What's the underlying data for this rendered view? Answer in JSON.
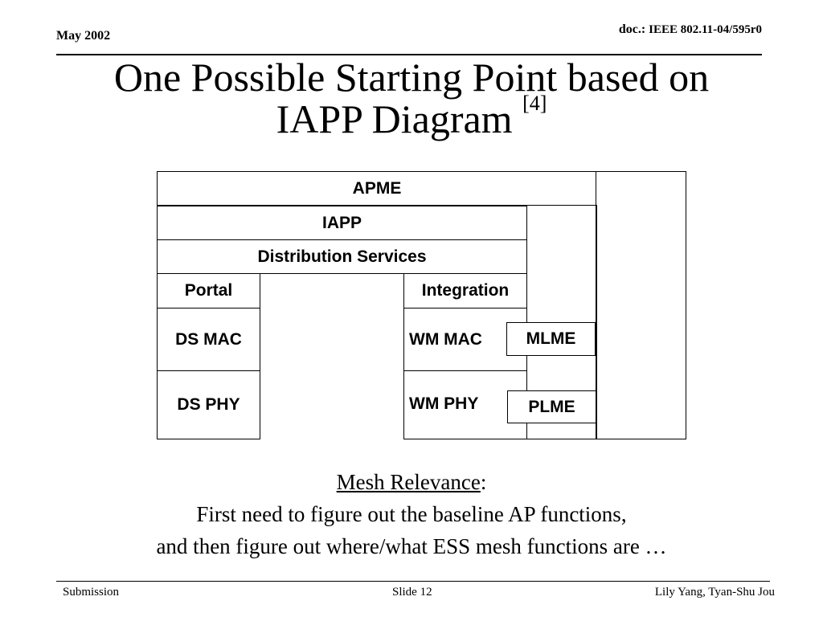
{
  "header": {
    "date": "May 2002",
    "doc_prefix": "doc.:",
    "doc_number": "IEEE 802.11-04/595r0"
  },
  "title": {
    "line1": "One Possible Starting Point based on",
    "line2": "IAPP Diagram",
    "reference": "[4]"
  },
  "diagram": {
    "apme": "APME",
    "iapp": "IAPP",
    "distribution_services": "Distribution Services",
    "portal": "Portal",
    "integration": "Integration",
    "ds_mac": "DS MAC",
    "ds_phy": "DS PHY",
    "wm_mac": "WM MAC",
    "wm_phy": "WM PHY",
    "mlme": "MLME",
    "plme": "PLME"
  },
  "caption": {
    "heading": "Mesh Relevance",
    "heading_suffix": ":",
    "line1": "First need to figure out the baseline AP functions,",
    "line2": "and then figure out where/what ESS mesh functions are …"
  },
  "footer": {
    "left": "Submission",
    "center": "Slide 12",
    "right": "Lily Yang, Tyan-Shu Jou"
  }
}
